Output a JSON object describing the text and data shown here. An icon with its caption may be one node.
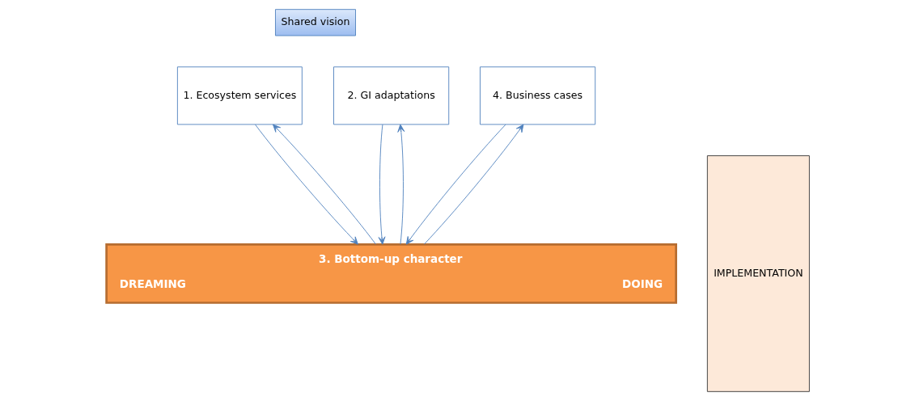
{
  "diagram": {
    "nodes": [
      {
        "text": [
          "Shared vision"
        ]
      },
      {
        "text": [
          "1. Ecosystem services"
        ]
      },
      {
        "text": [
          "2. GI adaptations"
        ]
      },
      {
        "text": [
          "4. Business cases"
        ]
      },
      {
        "text": [
          "3. Bottom-up character",
          "DREAMING",
          "DOING"
        ]
      },
      {
        "text": [
          "IMPLEMENTATION"
        ]
      }
    ],
    "edges": [
      {
        "from": 4,
        "to": 1,
        "arrow": "to"
      },
      {
        "from": 1,
        "to": 4,
        "arrow": "to"
      },
      {
        "from": 4,
        "to": 2,
        "arrow": "to"
      },
      {
        "from": 2,
        "to": 4,
        "arrow": "to"
      },
      {
        "from": 4,
        "to": 3,
        "arrow": "to"
      },
      {
        "from": 3,
        "to": 4,
        "arrow": "to"
      }
    ]
  }
}
